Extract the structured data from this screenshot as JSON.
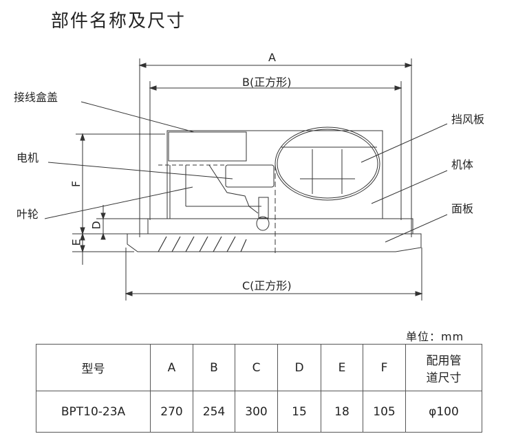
{
  "title": "部件名称及尺寸",
  "diagram": {
    "dims": {
      "A": "A",
      "B": "B(正方形)",
      "C": "C(正方形)",
      "D": "D",
      "E": "E",
      "F": "F"
    },
    "parts": {
      "junction_box_cover": "接线盒盖",
      "motor": "电机",
      "impeller": "叶轮",
      "damper": "挡风板",
      "body": "机体",
      "panel": "面板"
    }
  },
  "table": {
    "unit": "单位：mm",
    "headers": [
      "型号",
      "A",
      "B",
      "C",
      "D",
      "E",
      "F",
      "配用管道尺寸"
    ],
    "header_last_line1": "配用管",
    "header_last_line2": "道尺寸",
    "rows": [
      [
        "BPT10-23A",
        "270",
        "254",
        "300",
        "15",
        "18",
        "105",
        "φ100"
      ]
    ]
  }
}
